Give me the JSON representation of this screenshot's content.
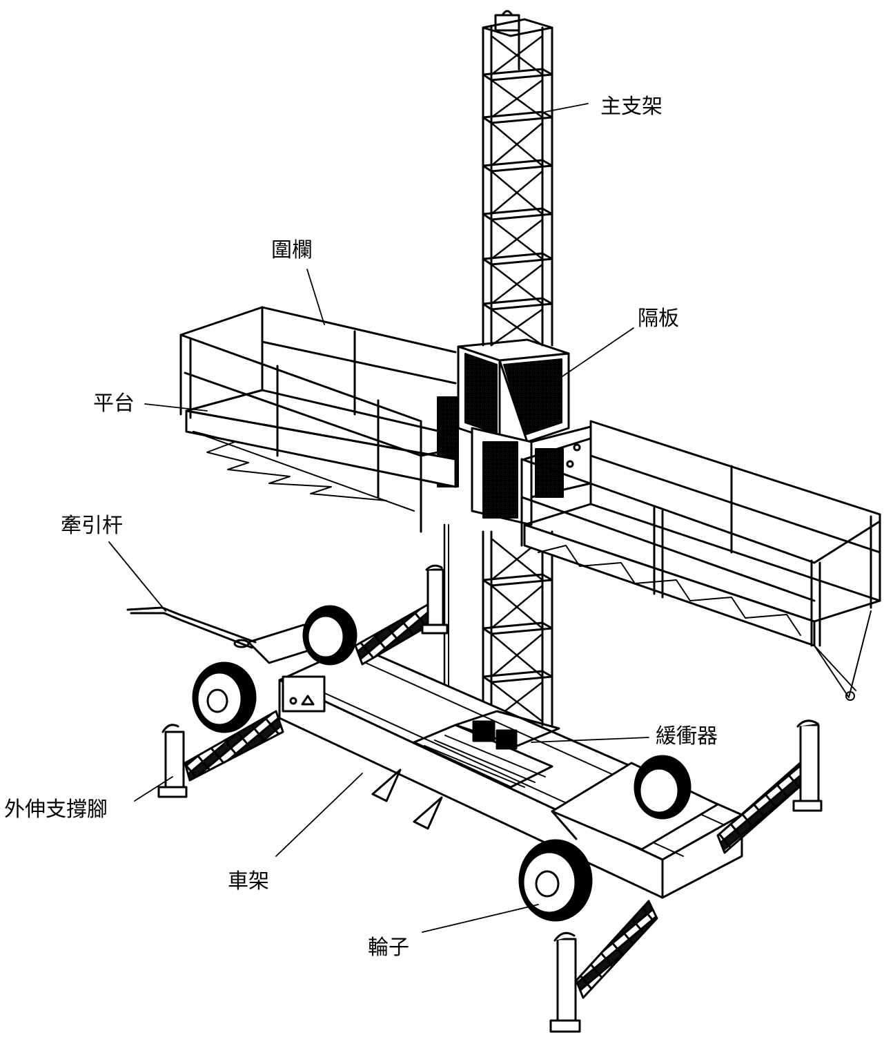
{
  "labels": {
    "main_frame": "主支架",
    "guardrail": "圍欄",
    "partition": "隔板",
    "platform": "平台",
    "tow_bar": "牽引杆",
    "buffer": "緩衝器",
    "outrigger": "外伸支撐腳",
    "chassis": "車架",
    "wheel": "輪子"
  },
  "colors": {
    "ink": "#000000",
    "stripe": "#111111",
    "paper": "#ffffff"
  }
}
